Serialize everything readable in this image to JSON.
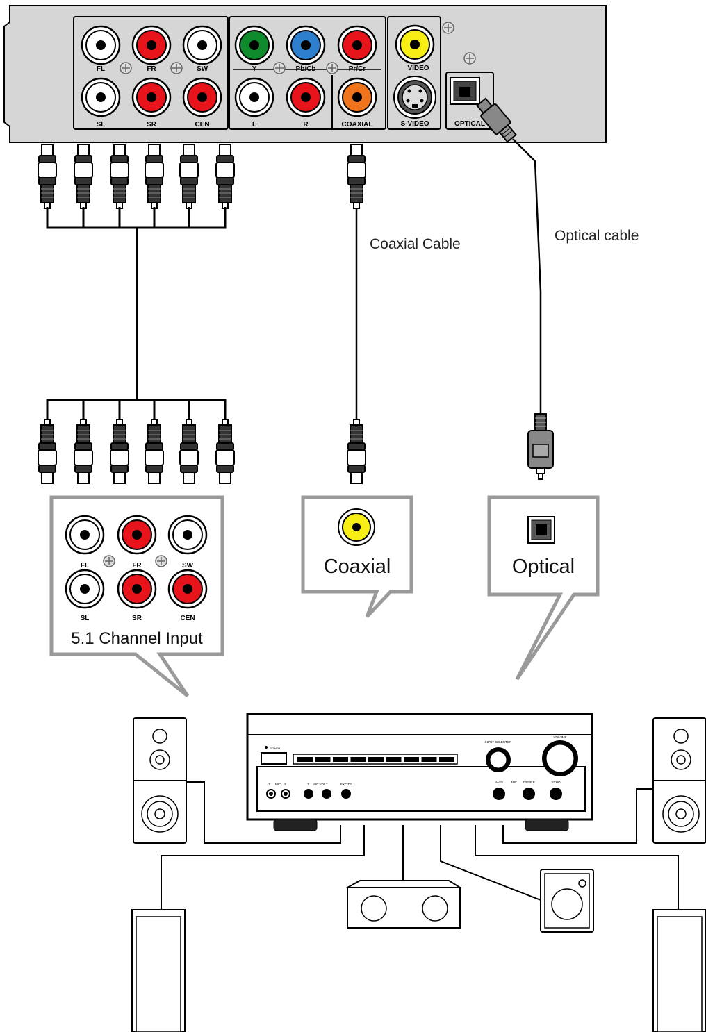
{
  "panel": {
    "jacks_51": [
      "FL",
      "FR",
      "SW",
      "SL",
      "SR",
      "CEN"
    ],
    "component": [
      "Y",
      "Pb/Cb",
      "Pr/Cr"
    ],
    "stereo": [
      "L",
      "R"
    ],
    "coaxial": "COAXIAL",
    "video": "VIDEO",
    "svideo": "S-VIDEO",
    "optical": "OPTICAL"
  },
  "cables": {
    "coaxial": "Coaxial Cable",
    "optical": "Optical cable"
  },
  "callouts": {
    "channel_input": "5.1 Channel Input",
    "coaxial": "Coaxial",
    "optical": "Optical"
  },
  "receiver": {
    "power": "POWER",
    "input_selector": "INPUT SELECTOR",
    "volume": "VOLUME",
    "mic_left": [
      "1",
      "MIC",
      "2"
    ],
    "mic_vol": [
      "1",
      "MIC VOL",
      "2"
    ],
    "excite": "EXCITE",
    "bass": "BASS",
    "mic": "MIC",
    "treble": "TREBLE",
    "echo": "ECHO"
  },
  "colors": {
    "white": "#ffffff",
    "red": "#e8141c",
    "green": "#0f8a2c",
    "blue": "#2f7fcf",
    "yellow": "#f6ee14",
    "orange": "#f0741c",
    "panel": "#d6d6d6",
    "callout_border": "#9a9a9a"
  }
}
